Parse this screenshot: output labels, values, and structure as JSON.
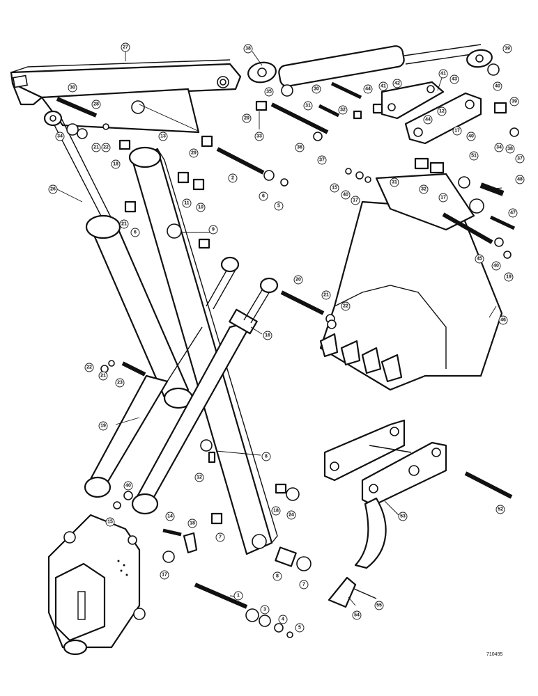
{
  "figure_id": "710495",
  "callouts": [
    {
      "id": "c-27",
      "label": "27"
    },
    {
      "id": "c-38a",
      "label": "38"
    },
    {
      "id": "c-39a",
      "label": "39"
    },
    {
      "id": "c-35",
      "label": "35"
    },
    {
      "id": "c-30a",
      "label": "30"
    },
    {
      "id": "c-44a",
      "label": "44"
    },
    {
      "id": "c-41a",
      "label": "41"
    },
    {
      "id": "c-42",
      "label": "42"
    },
    {
      "id": "c-41b",
      "label": "41"
    },
    {
      "id": "c-43",
      "label": "43"
    },
    {
      "id": "c-40a",
      "label": "40"
    },
    {
      "id": "c-39b",
      "label": "39"
    },
    {
      "id": "c-30b",
      "label": "30"
    },
    {
      "id": "c-28",
      "label": "28"
    },
    {
      "id": "c-29a",
      "label": "29"
    },
    {
      "id": "c-33a",
      "label": "33"
    },
    {
      "id": "c-31a",
      "label": "31"
    },
    {
      "id": "c-32a",
      "label": "32"
    },
    {
      "id": "c-13",
      "label": "13"
    },
    {
      "id": "c-29b",
      "label": "29"
    },
    {
      "id": "c-36",
      "label": "36"
    },
    {
      "id": "c-37a",
      "label": "37"
    },
    {
      "id": "c-44b",
      "label": "44"
    },
    {
      "id": "c-12a",
      "label": "12"
    },
    {
      "id": "c-17a",
      "label": "17"
    },
    {
      "id": "c-40b",
      "label": "40"
    },
    {
      "id": "c-34a",
      "label": "34"
    },
    {
      "id": "c-38b",
      "label": "38"
    },
    {
      "id": "c-37b",
      "label": "37"
    },
    {
      "id": "c-34b",
      "label": "34"
    },
    {
      "id": "c-21a",
      "label": "21"
    },
    {
      "id": "c-22a",
      "label": "22"
    },
    {
      "id": "c-18a",
      "label": "18"
    },
    {
      "id": "c-2",
      "label": "2"
    },
    {
      "id": "c-6a",
      "label": "6"
    },
    {
      "id": "c-5a",
      "label": "5"
    },
    {
      "id": "c-51",
      "label": "51"
    },
    {
      "id": "c-31b",
      "label": "31"
    },
    {
      "id": "c-32b",
      "label": "32"
    },
    {
      "id": "c-15a",
      "label": "15"
    },
    {
      "id": "c-40c",
      "label": "40"
    },
    {
      "id": "c-17b",
      "label": "17"
    },
    {
      "id": "c-17c",
      "label": "17"
    },
    {
      "id": "c-48",
      "label": "48"
    },
    {
      "id": "c-47",
      "label": "47"
    },
    {
      "id": "c-26",
      "label": "26"
    },
    {
      "id": "c-11",
      "label": "11"
    },
    {
      "id": "c-10",
      "label": "10"
    },
    {
      "id": "c-21b",
      "label": "21"
    },
    {
      "id": "c-6b",
      "label": "6"
    },
    {
      "id": "c-9",
      "label": "9"
    },
    {
      "id": "c-45",
      "label": "45"
    },
    {
      "id": "c-40d",
      "label": "40"
    },
    {
      "id": "c-19a",
      "label": "19"
    },
    {
      "id": "c-20",
      "label": "20"
    },
    {
      "id": "c-21c",
      "label": "21"
    },
    {
      "id": "c-22b",
      "label": "22"
    },
    {
      "id": "c-46",
      "label": "46"
    },
    {
      "id": "c-16",
      "label": "16"
    },
    {
      "id": "c-22c",
      "label": "22"
    },
    {
      "id": "c-21d",
      "label": "21"
    },
    {
      "id": "c-23",
      "label": "23"
    },
    {
      "id": "c-19b",
      "label": "19"
    },
    {
      "id": "c-8a",
      "label": "8"
    },
    {
      "id": "c-52",
      "label": "52"
    },
    {
      "id": "c-53",
      "label": "53"
    },
    {
      "id": "c-12b",
      "label": "12"
    },
    {
      "id": "c-18b",
      "label": "18"
    },
    {
      "id": "c-24",
      "label": "24"
    },
    {
      "id": "c-40e",
      "label": "40"
    },
    {
      "id": "c-15b",
      "label": "15"
    },
    {
      "id": "c-14",
      "label": "14"
    },
    {
      "id": "c-18c",
      "label": "18"
    },
    {
      "id": "c-7a",
      "label": "7"
    },
    {
      "id": "c-17d",
      "label": "17"
    },
    {
      "id": "c-8b",
      "label": "8"
    },
    {
      "id": "c-7b",
      "label": "7"
    },
    {
      "id": "c-54",
      "label": "54"
    },
    {
      "id": "c-55",
      "label": "55"
    },
    {
      "id": "c-1",
      "label": "1"
    },
    {
      "id": "c-3",
      "label": "3"
    },
    {
      "id": "c-4",
      "label": "4"
    },
    {
      "id": "c-5b",
      "label": "5"
    }
  ]
}
